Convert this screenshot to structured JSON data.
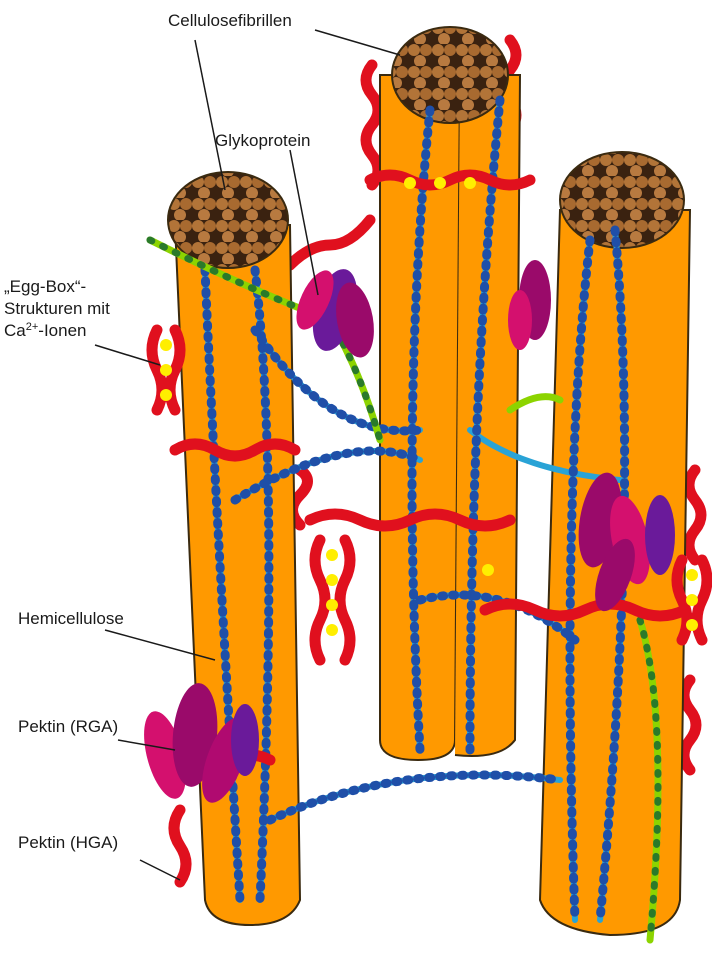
{
  "labels": {
    "cellulose": "Cellulosefibrillen",
    "glycoprotein": "Glykoprotein",
    "eggbox_line1": "„Egg-Box“-",
    "eggbox_line2": "Strukturen mit",
    "eggbox_line3_a": "Ca",
    "eggbox_line3_sup": "2+",
    "eggbox_line3_b": "-Ionen",
    "hemicellulose": "Hemicellulose",
    "pectin_rga": "Pektin (RGA)",
    "pectin_hga": "Pektin (HGA)"
  },
  "colors": {
    "fibril": "#ff9900",
    "fibril_outline": "#3a2a10",
    "fibril_end": "#a66a30",
    "hemicellulose": "#29a3d6",
    "hemicellulose_beads": "#1f4fa8",
    "pectin_hga": "#e0101e",
    "calcium": "#ffee00",
    "pectin_rga": "#9a0a6a",
    "pectin_rga_light": "#d4106e",
    "glycoprotein": "#6a1a9a",
    "green_chain": "#8cd400"
  }
}
